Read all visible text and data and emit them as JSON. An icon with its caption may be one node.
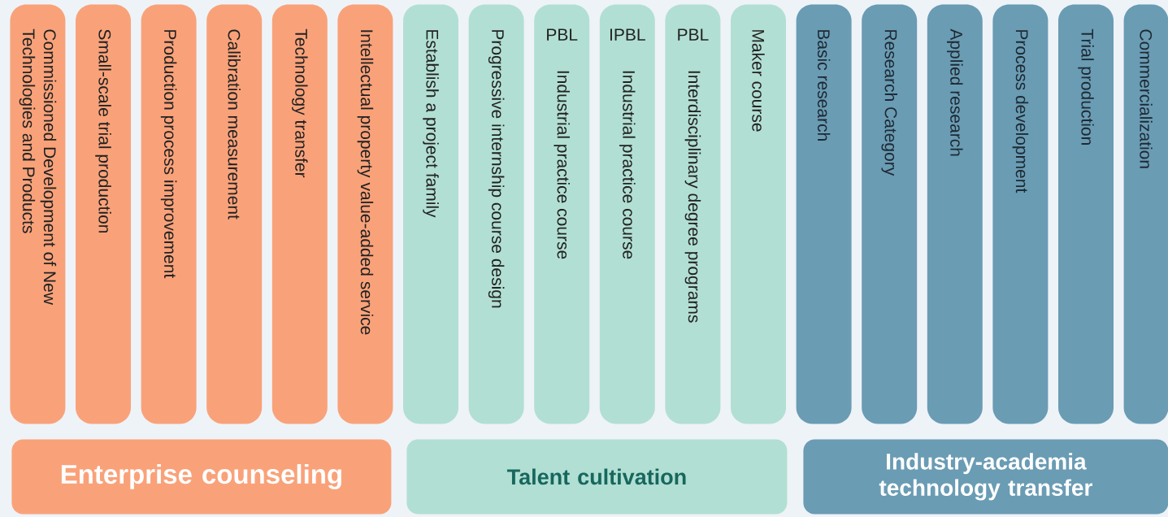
{
  "diagram": {
    "nodes": [
      {
        "text": [
          "Commissioned Development of New Technologies and Products"
        ]
      },
      {
        "text": [
          "Small-scale trial production"
        ]
      },
      {
        "text": [
          "Production process improvement"
        ]
      },
      {
        "text": [
          "Calibration measurement"
        ]
      },
      {
        "text": [
          "Technology transfer"
        ]
      },
      {
        "text": [
          "Intellectual property value-added service"
        ]
      },
      {
        "text": [
          "Establish a project family"
        ]
      },
      {
        "text": [
          "Progressive internship course design"
        ]
      },
      {
        "text": [
          "PBL",
          "Industrial practice course"
        ]
      },
      {
        "text": [
          "IPBL",
          "Industrial practice course"
        ]
      },
      {
        "text": [
          "PBL",
          "Interdisciplinary degree programs"
        ]
      },
      {
        "text": [
          "Maker course"
        ]
      },
      {
        "text": [
          "Basic research"
        ]
      },
      {
        "text": [
          "Research Category"
        ]
      },
      {
        "text": [
          "Applied research"
        ]
      },
      {
        "text": [
          "Process development"
        ]
      },
      {
        "text": [
          "Trial production"
        ]
      },
      {
        "text": [
          "Commercialization"
        ]
      },
      {
        "text": [
          "Enterprise counseling"
        ]
      },
      {
        "text": [
          "Talent cultivation"
        ]
      },
      {
        "text": [
          "Industry-academia technology transfer"
        ]
      }
    ]
  }
}
